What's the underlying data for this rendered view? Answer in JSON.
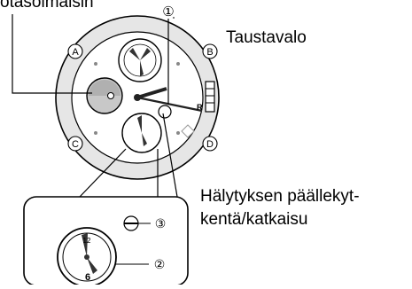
{
  "labels": {
    "top_left": "otasolmaisin",
    "backlight": "Taustavalo",
    "alarm_line1": "Hälytyksen päällekyt-",
    "alarm_line2": "kentä/katkaisu"
  },
  "markers": {
    "circled_1": "①",
    "circled_2": "②",
    "circled_3": "③",
    "button_a": "A",
    "button_b": "B",
    "button_c": "C",
    "button_d": "D"
  },
  "dial_text": {
    "r_mark": "R",
    "six": "6",
    "sub_top": "12"
  },
  "colors": {
    "line": "#000000",
    "bezel": "#d9d9d9",
    "face": "#ffffff",
    "subdial_fill": "#bfbfbf",
    "hand": "#222222"
  }
}
